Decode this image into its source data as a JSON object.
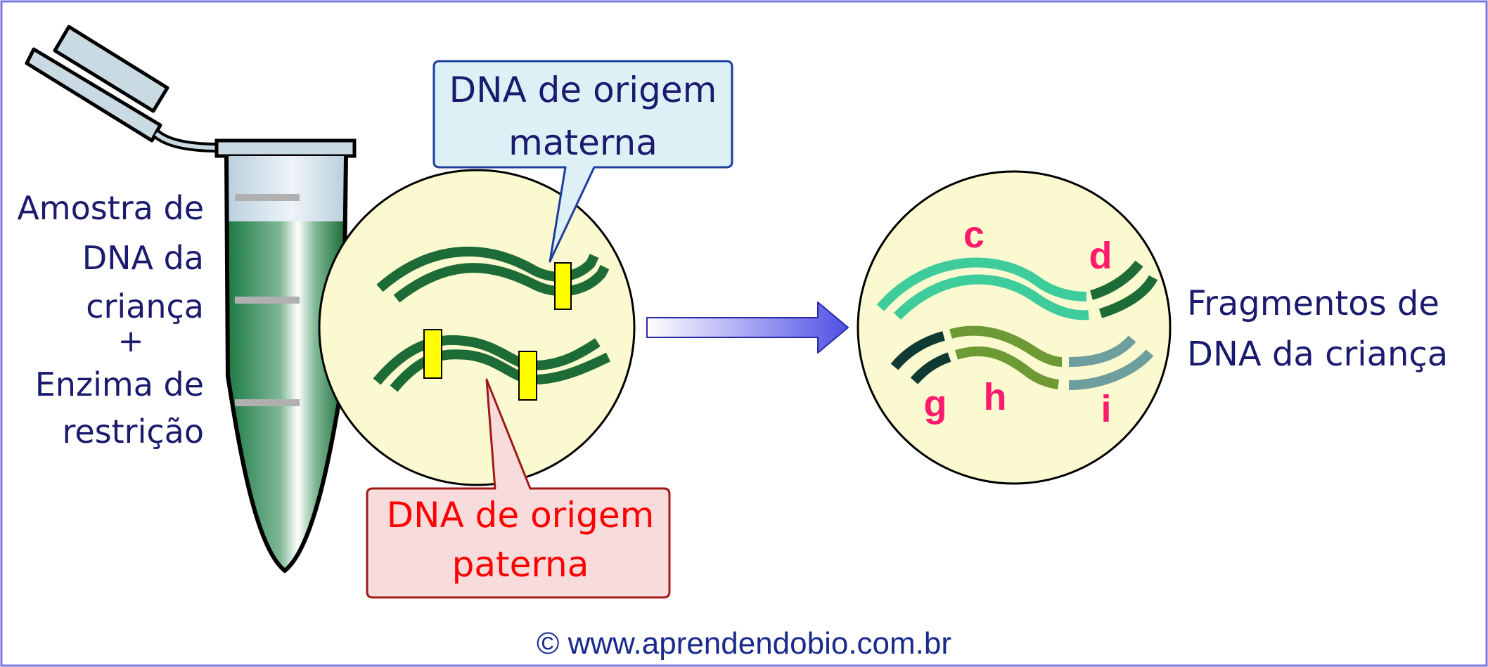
{
  "sample_label": {
    "line1": "Amostra de",
    "line2": "DNA da",
    "line3": "criança",
    "plus": "+",
    "line4": "Enzima de",
    "line5": "restrição"
  },
  "maternal_callout": {
    "line1": "DNA de origem",
    "line2": "materna"
  },
  "paternal_callout": {
    "line1": "DNA de origem",
    "line2": "paterna"
  },
  "fragments": {
    "c": "c",
    "d": "d",
    "g": "g",
    "h": "h",
    "i": "i"
  },
  "result_label": {
    "line1": "Fragmentos de",
    "line2": "DNA da criança"
  },
  "credit": "© www.aprendendobio.com.br",
  "colors": {
    "border": "#7a7ae0",
    "dna_dark": "#1d6b36",
    "circle_fill": "#fbf9cf",
    "site_yellow": "#ffff00",
    "frag_c": "#3ecc9c",
    "frag_d": "#1d6b36",
    "frag_g": "#0e3a33",
    "frag_h": "#6e9a35",
    "frag_i": "#6f9e9e",
    "letter_pink": "#ff1a6e"
  }
}
